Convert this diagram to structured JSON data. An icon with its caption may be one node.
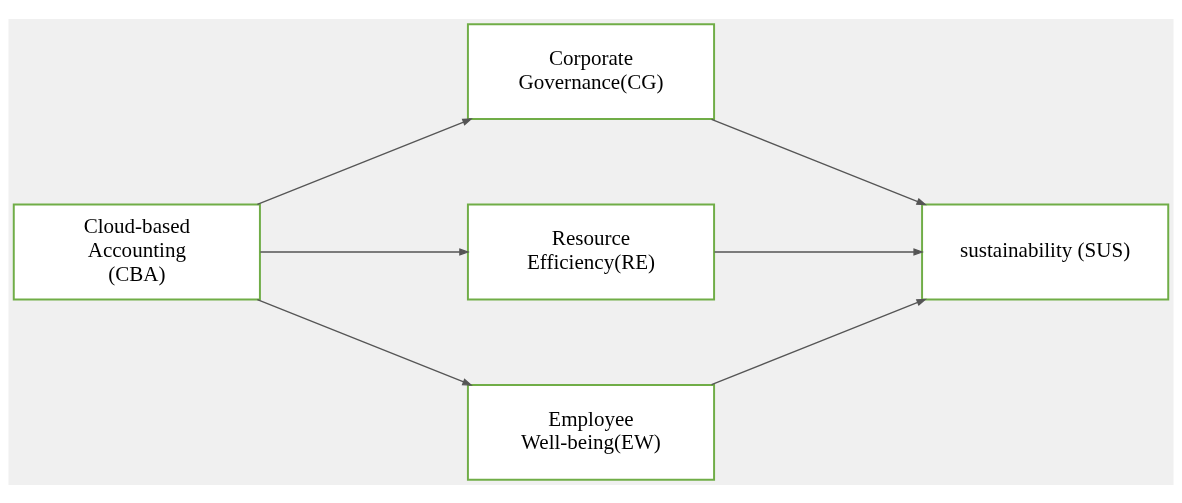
{
  "diagram": {
    "nodes": [
      {
        "text": [
          "Cloud-based Accounting (CBA)"
        ]
      },
      {
        "text": [
          "Corporate Governance(CG)"
        ]
      },
      {
        "text": [
          "Resource Efficiency(RE)"
        ]
      },
      {
        "text": [
          "Employee Well-being(EW)"
        ]
      },
      {
        "text": [
          "sustainability (SUS)"
        ]
      }
    ],
    "edges": [
      {
        "from": 0,
        "to": 1,
        "arrow": "to"
      },
      {
        "from": 0,
        "to": 2,
        "arrow": "to"
      },
      {
        "from": 0,
        "to": 3,
        "arrow": "to"
      },
      {
        "from": 1,
        "to": 4,
        "arrow": "to"
      },
      {
        "from": 2,
        "to": 4,
        "arrow": "to"
      },
      {
        "from": 3,
        "to": 4,
        "arrow": "to"
      }
    ]
  }
}
